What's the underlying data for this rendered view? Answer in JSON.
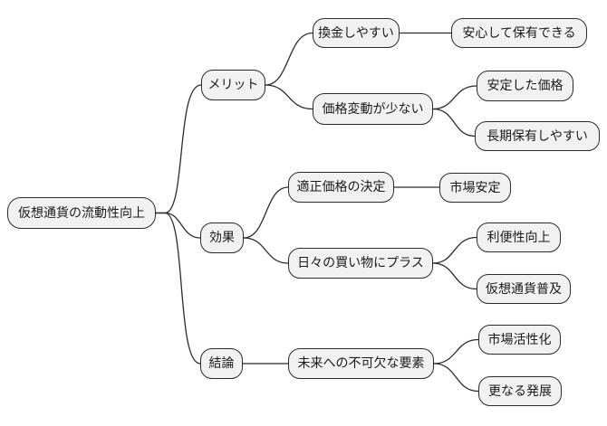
{
  "diagram": {
    "type": "mindmap",
    "colors": {
      "background": "#ffffff",
      "node_fill": "#f1f1f1",
      "node_border": "#2b2b2b",
      "edge": "#2b2b2b",
      "text": "#1a1a1a"
    },
    "root": {
      "label": "仮想通貨の流動性向上"
    },
    "branches": [
      {
        "label": "メリット",
        "children": [
          {
            "label": "換金しやすい",
            "children": [
              {
                "label": "安心して保有できる"
              }
            ]
          },
          {
            "label": "価格変動が少ない",
            "children": [
              {
                "label": "安定した価格"
              },
              {
                "label": "長期保有しやすい"
              }
            ]
          }
        ]
      },
      {
        "label": "効果",
        "children": [
          {
            "label": "適正価格の決定",
            "children": [
              {
                "label": "市場安定"
              }
            ]
          },
          {
            "label": "日々の買い物にプラス",
            "children": [
              {
                "label": "利便性向上"
              },
              {
                "label": "仮想通貨普及"
              }
            ]
          }
        ]
      },
      {
        "label": "結論",
        "children": [
          {
            "label": "未来への不可欠な要素",
            "children": [
              {
                "label": "市場活性化"
              },
              {
                "label": "更なる発展"
              }
            ]
          }
        ]
      }
    ]
  }
}
